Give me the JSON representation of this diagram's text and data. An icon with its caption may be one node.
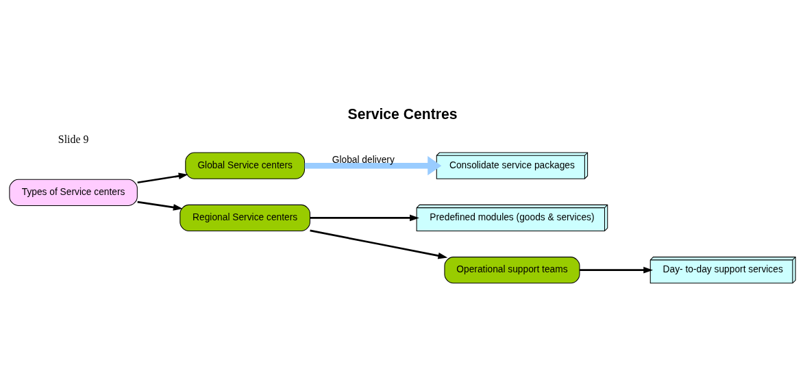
{
  "diagram": {
    "title": "Service Centres",
    "nodes": [
      {
        "text": [
          "Types of Service centers"
        ]
      },
      {
        "text": [
          "Global Service centers"
        ]
      },
      {
        "text": [
          "Consolidate service packages"
        ]
      },
      {
        "text": [
          "Regional Service centers"
        ]
      },
      {
        "text": [
          "Predefined modules (goods & services)"
        ]
      },
      {
        "text": [
          "Operational support teams"
        ]
      },
      {
        "text": [
          "Day- to-day support services"
        ]
      }
    ],
    "edges": [
      {
        "from": 0,
        "to": 1,
        "arrow": "to"
      },
      {
        "from": 0,
        "to": 3,
        "arrow": "to"
      },
      {
        "from": 1,
        "to": 2,
        "arrow": "to",
        "label": "Global delivery",
        "style": "thick",
        "color": "#99ccff"
      },
      {
        "from": 3,
        "to": 4,
        "arrow": "to"
      },
      {
        "from": 3,
        "to": 5,
        "arrow": "to"
      },
      {
        "from": 5,
        "to": 6,
        "arrow": "to"
      }
    ],
    "labels": [
      "Slide 9"
    ]
  }
}
